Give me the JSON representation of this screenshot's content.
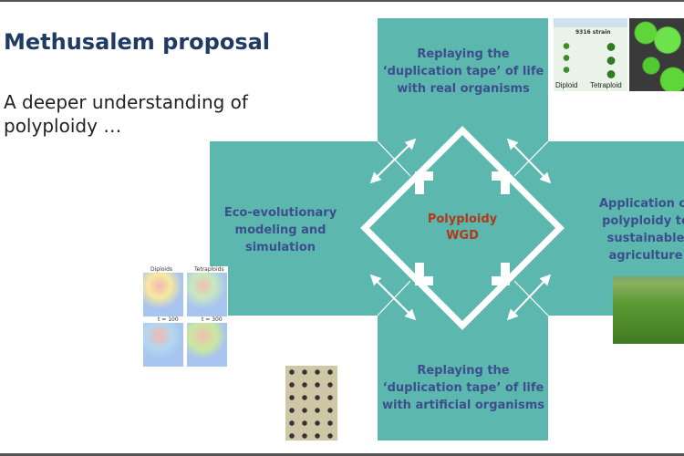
{
  "slide": {
    "title": "Methusalem proposal",
    "subtitle": "A deeper understanding of polyploidy …"
  },
  "diagram": {
    "center": [
      "Polyploidy",
      "WGD"
    ],
    "top": "Replaying the ‘duplication tape’ of life with real organisms",
    "left": "Eco-evolutionary modeling and simulation",
    "right": "Application of polyploidy to sustainable agriculture",
    "bottom": "Replaying the ‘duplication tape’ of life with artificial organisms"
  },
  "images": {
    "plants": {
      "strain": "9316 strain",
      "left": "Diploid",
      "right": "Tetraploid"
    },
    "heatmap": {
      "panels": [
        "Diploids",
        "Tetraploids",
        "t = 100",
        "t = 300"
      ]
    }
  },
  "colors": {
    "teal": "#5cb7af",
    "title": "#1f3b63",
    "label": "#3d4e8c",
    "center": "#b03a17"
  }
}
